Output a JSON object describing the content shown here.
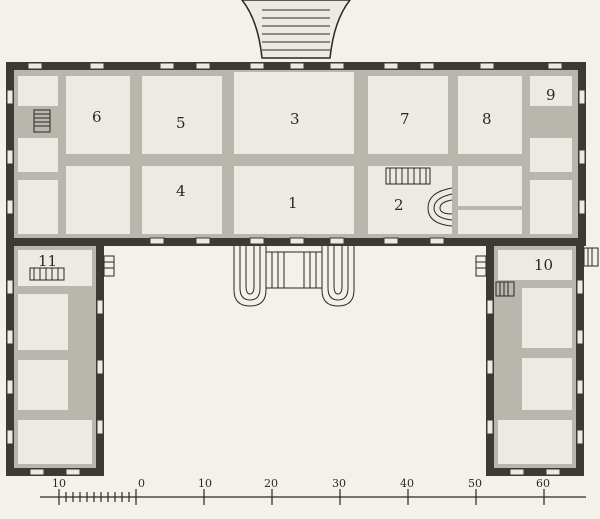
{
  "rooms": [
    {
      "id": "1",
      "label": "1"
    },
    {
      "id": "2",
      "label": "2"
    },
    {
      "id": "3",
      "label": "3"
    },
    {
      "id": "4",
      "label": "4"
    },
    {
      "id": "5",
      "label": "5"
    },
    {
      "id": "6",
      "label": "6"
    },
    {
      "id": "7",
      "label": "7"
    },
    {
      "id": "8",
      "label": "8"
    },
    {
      "id": "9",
      "label": "9"
    },
    {
      "id": "10",
      "label": "10"
    },
    {
      "id": "11",
      "label": "11"
    }
  ],
  "scale": {
    "ticks": [
      "10",
      "0",
      "10",
      "20",
      "30",
      "40",
      "50",
      "60"
    ]
  }
}
